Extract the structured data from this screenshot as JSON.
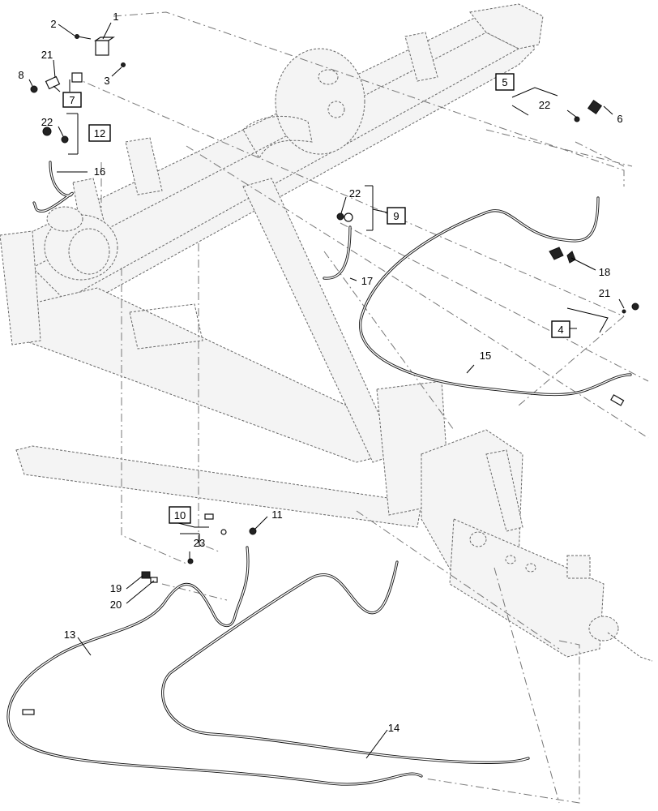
{
  "callouts": [
    {
      "text": "1"
    },
    {
      "text": "2"
    },
    {
      "text": "3"
    },
    {
      "text": "21"
    },
    {
      "text": "8"
    },
    {
      "text": "7"
    },
    {
      "text": "22"
    },
    {
      "text": "12"
    },
    {
      "text": "16"
    },
    {
      "text": "5"
    },
    {
      "text": "22"
    },
    {
      "text": "6"
    },
    {
      "text": "22"
    },
    {
      "text": "9"
    },
    {
      "text": "17"
    },
    {
      "text": "18"
    },
    {
      "text": "21"
    },
    {
      "text": "4"
    },
    {
      "text": "15"
    },
    {
      "text": "10"
    },
    {
      "text": "23"
    },
    {
      "text": "11"
    },
    {
      "text": "19"
    },
    {
      "text": "20"
    },
    {
      "text": "13"
    },
    {
      "text": "14"
    }
  ]
}
